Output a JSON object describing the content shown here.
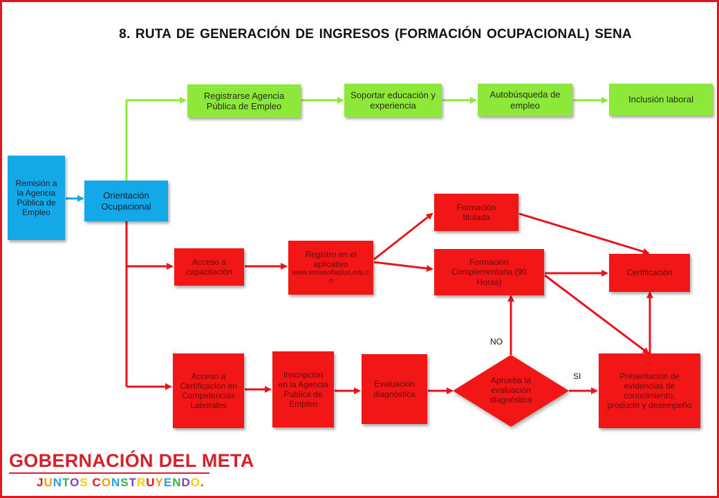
{
  "title": "8. RUTA DE GENERACIÓN DE INGRESOS (FORMACIÓN OCUPACIONAL)  SENA",
  "colors": {
    "blue": "#13a8e8",
    "green": "#8ee83a",
    "red": "#f21616",
    "border": "#e8141c"
  },
  "nodes": {
    "remision": "Remisión a la Agencia Pública de Empleo",
    "orientacion": "Orientación Ocupacional",
    "registrarse": "Registrarse Agencia Pública de Empleo",
    "soportar": "Soportar educación y experiencia",
    "autobusqueda": "Autobúsqueda de empleo",
    "inclusion": "Inclusión laboral",
    "acceso_capacitacion": "Acceso a capacitación",
    "registro_aplicativo": "Registro en el aplicativo",
    "registro_url": "www.senasofiaplus.edu.co",
    "formacion_titulada": "Formación titulada",
    "formacion_complementaria": "Formación Complementaria (90 Horas)",
    "certificacion": "Certificación",
    "acceso_certificacion": "Acceso a Certificación en Competencias Laborales",
    "inscripcion": "Inscripción en la Agencia Publica de Empleo",
    "evaluacion": "Evaluación diagnóstica",
    "aprueba": "Aprueba la evaluación diagnóstica",
    "presentacion": "Presentación de evidencias de conocimiento, producto y desempeño"
  },
  "labels": {
    "no": "NO",
    "si": "SI"
  },
  "logo": {
    "main": "GOBERNACIÓN DEL META",
    "sub": "JUNTOS CONSTRUYENDO."
  }
}
